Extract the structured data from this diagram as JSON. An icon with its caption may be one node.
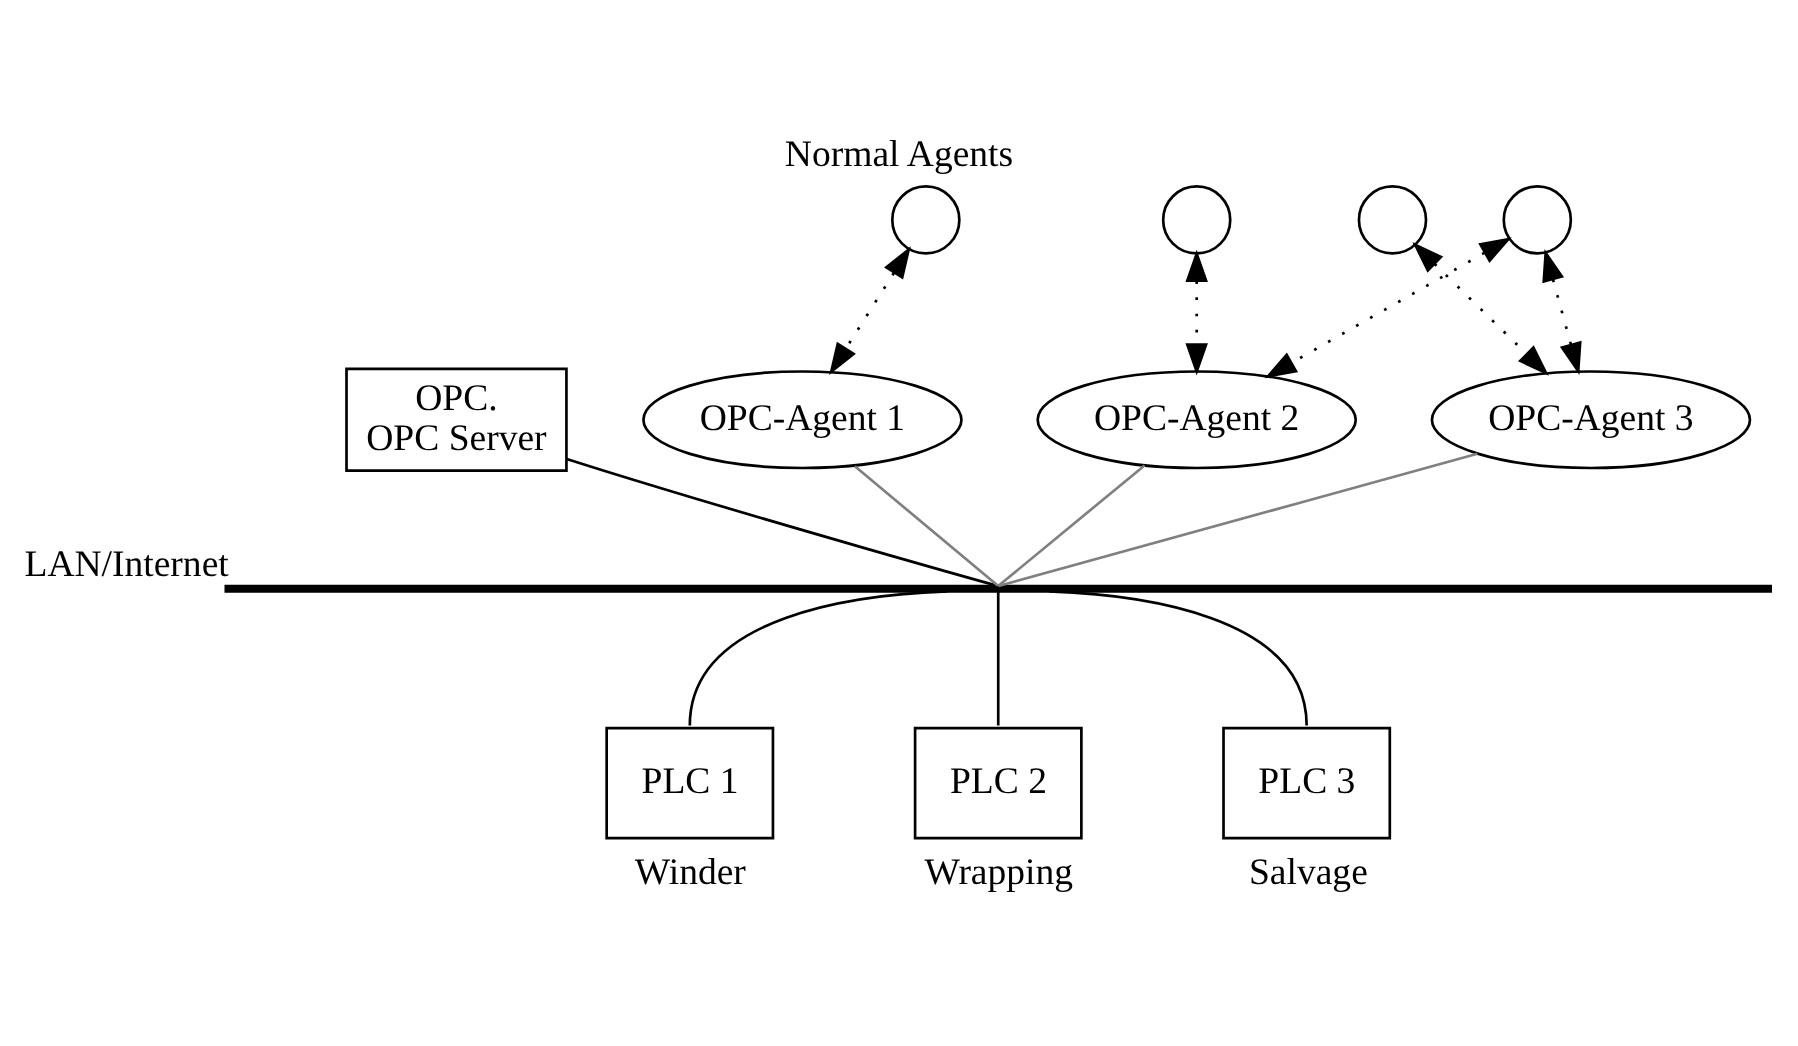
{
  "diagram": {
    "title": "Normal Agents",
    "nodes": [
      {
        "text": [],
        "shape": "circle"
      },
      {
        "text": [],
        "shape": "circle"
      },
      {
        "text": [],
        "shape": "circle"
      },
      {
        "text": [],
        "shape": "circle"
      },
      {
        "text": [
          "OPC.",
          "OPC Server"
        ]
      },
      {
        "text": [
          "OPC-Agent 1"
        ]
      },
      {
        "text": [
          "OPC-Agent 2"
        ]
      },
      {
        "text": [
          "OPC-Agent 3"
        ]
      },
      {
        "text": [
          "LAN/Internet"
        ]
      },
      {
        "text": [
          "PLC 1"
        ],
        "beside": [
          "Winder"
        ]
      },
      {
        "text": [
          "PLC 2"
        ],
        "beside": [
          "Wrapping"
        ]
      },
      {
        "text": [
          "PLC 3"
        ],
        "beside": [
          "Salvage"
        ]
      }
    ],
    "edges": [
      {
        "from": 0,
        "to": 5,
        "arrow": "both",
        "style": "dashed"
      },
      {
        "from": 1,
        "to": 6,
        "arrow": "both",
        "style": "dashed"
      },
      {
        "from": 2,
        "to": 7,
        "arrow": "both",
        "style": "dashed"
      },
      {
        "from": 3,
        "to": 6,
        "arrow": "both",
        "style": "dashed"
      },
      {
        "from": 3,
        "to": 7,
        "arrow": "both",
        "style": "dashed"
      },
      {
        "from": 4,
        "to": 8,
        "arrow": "none"
      },
      {
        "from": 5,
        "to": 8,
        "arrow": "none",
        "color": "#808080"
      },
      {
        "from": 6,
        "to": 8,
        "arrow": "none",
        "color": "#808080"
      },
      {
        "from": 7,
        "to": 8,
        "arrow": "none",
        "color": "#808080"
      },
      {
        "from": 8,
        "to": 9,
        "arrow": "none"
      },
      {
        "from": 8,
        "to": 10,
        "arrow": "none"
      },
      {
        "from": 8,
        "to": 11,
        "arrow": "none"
      }
    ]
  }
}
